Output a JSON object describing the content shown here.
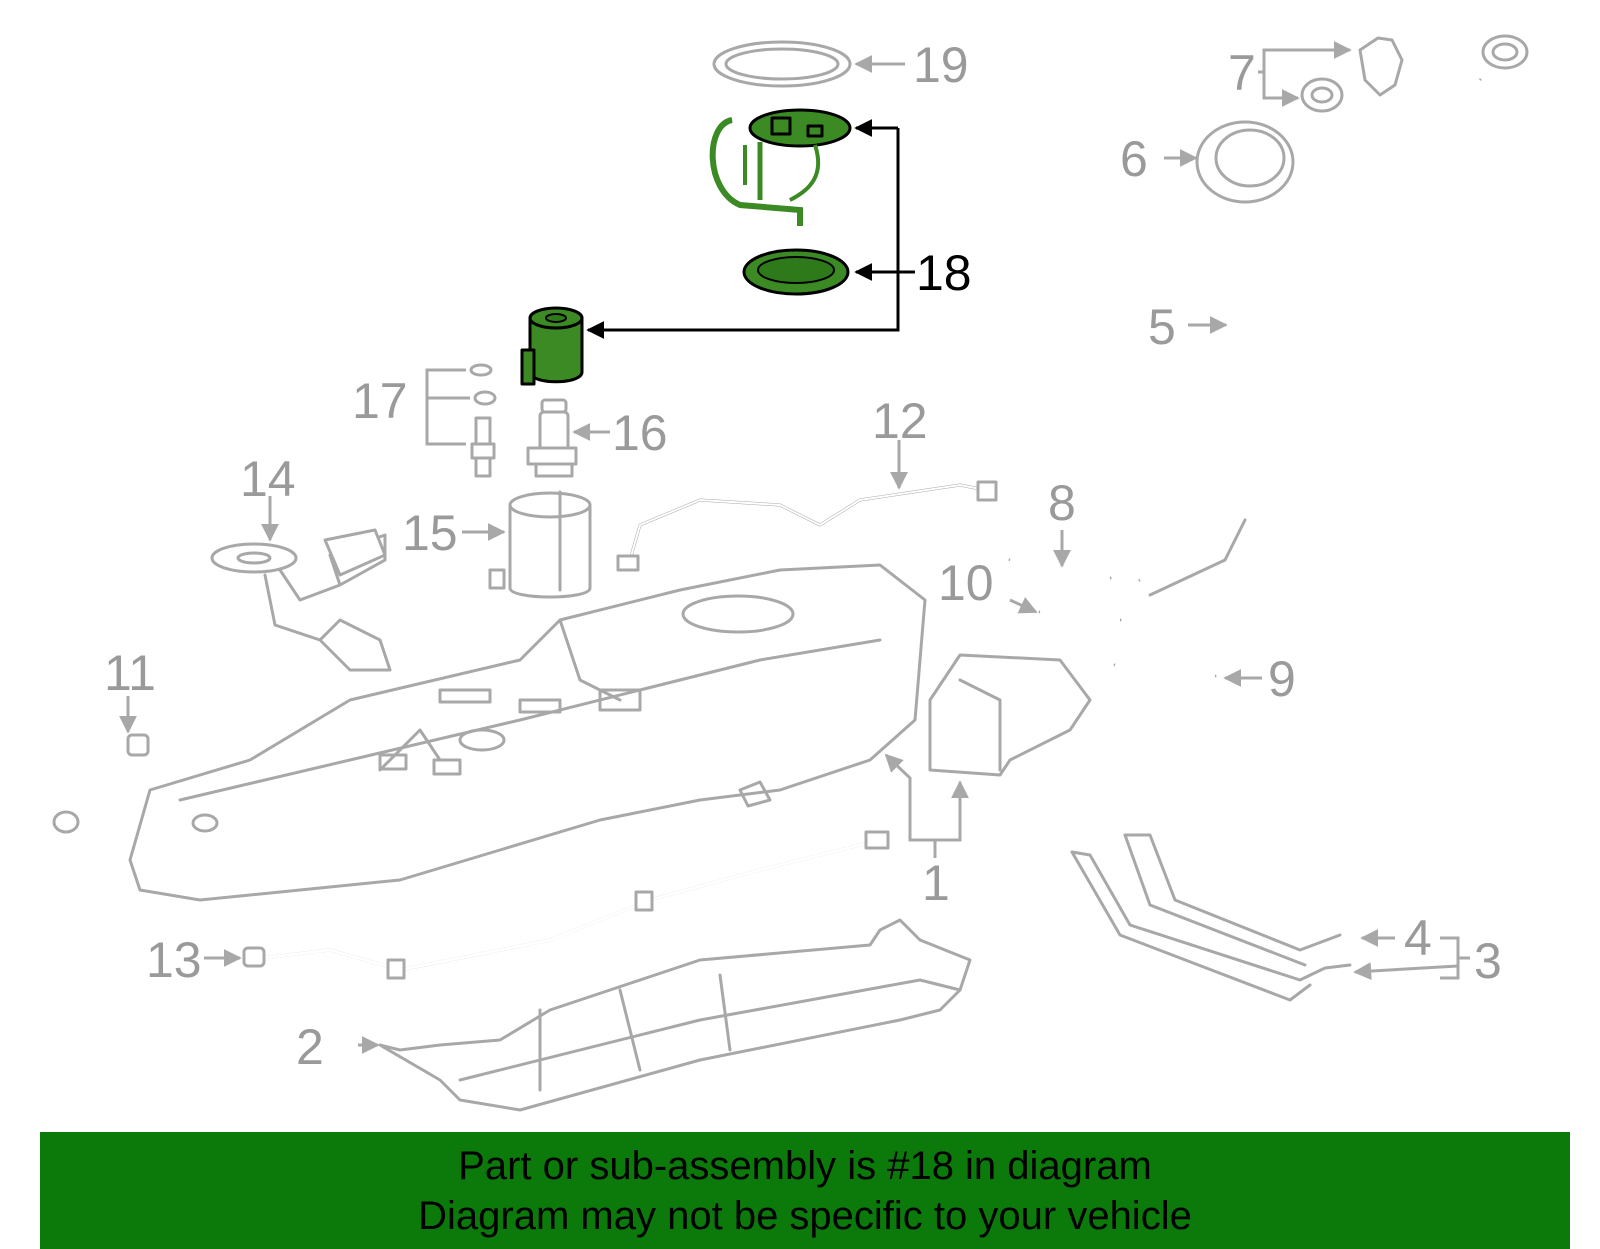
{
  "callouts": {
    "c1": "1",
    "c2": "2",
    "c3": "3",
    "c4": "4",
    "c5": "5",
    "c6": "6",
    "c7": "7",
    "c8": "8",
    "c9": "9",
    "c10": "10",
    "c11": "11",
    "c12": "12",
    "c13": "13",
    "c14": "14",
    "c15": "15",
    "c16": "16",
    "c17": "17",
    "c18": "18",
    "c19": "19"
  },
  "banner": {
    "line1": "Part or sub-assembly is #18 in diagram",
    "line2": "Diagram may not be specific to your vehicle"
  },
  "colors": {
    "highlight": "#3b8a24",
    "banner": "#0b7a0b",
    "part_stroke": "#a8a8a8",
    "callout_text": "#9a9a9a",
    "highlight_text": "#000000"
  }
}
